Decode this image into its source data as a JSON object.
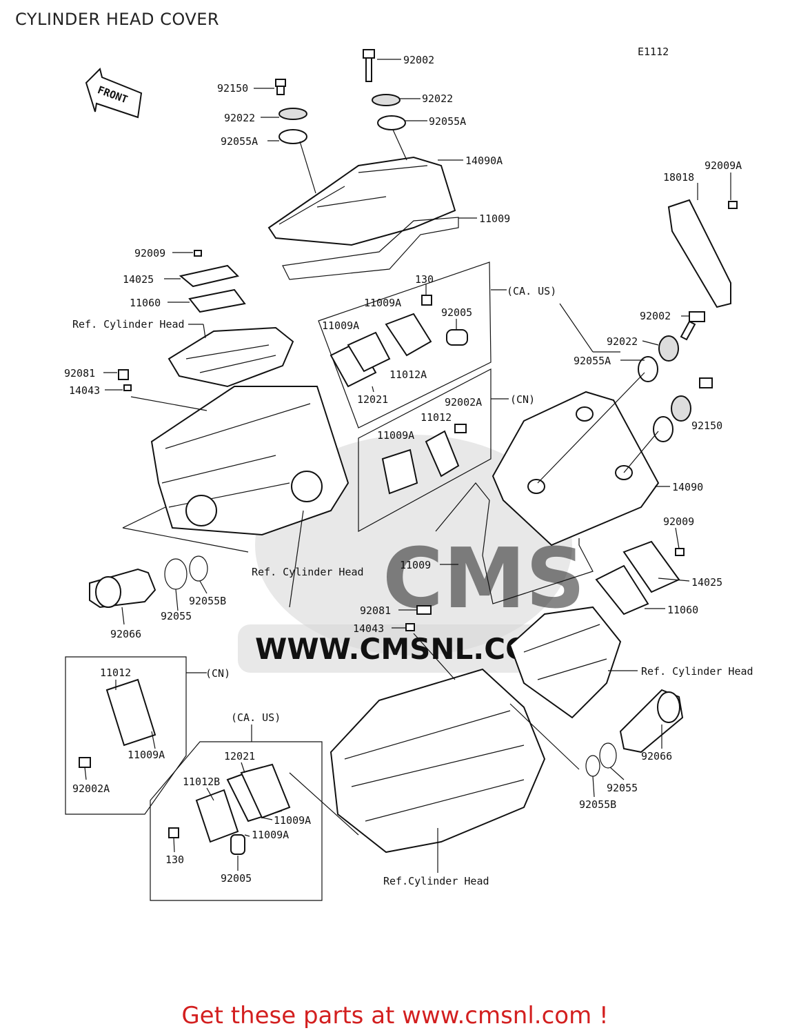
{
  "page_title": "CYLINDER HEAD COVER",
  "diagram_code": "E1112",
  "front_arrow_label": "FRONT",
  "watermark": {
    "brand": "CMS",
    "url": "WWW.CMSNL.CO..."
  },
  "footer_link": "Get these parts at www.cmsnl.com !",
  "groups": {
    "ca_us": "(CA. US)",
    "cn": "(CN)"
  },
  "labels": {
    "p92002_top": "92002",
    "p92150_top": "92150",
    "p92022_l": "92022",
    "p92022_r": "92022",
    "p92055A_l": "92055A",
    "p92055A_r": "92055A",
    "p14090A": "14090A",
    "p11009_top": "11009",
    "p18018": "18018",
    "p92009A": "92009A",
    "p92009_l": "92009",
    "p14025_l": "14025",
    "p11060_l": "11060",
    "refhead_1": "Ref. Cylinder Head",
    "p130_top": "130",
    "p11009A_1": "11009A",
    "p11009A_2": "11009A",
    "p92005_top": "92005",
    "p11012A": "11012A",
    "p12021_top": "12021",
    "p92081_l": "92081",
    "p14043_l": "14043",
    "p92002_r": "92002",
    "p92022_r2": "92022",
    "p92055A_r2": "92055A",
    "p92002A_cn": "92002A",
    "p11012_cn": "11012",
    "p11009A_cn": "11009A",
    "p92150_r": "92150",
    "p14090": "14090",
    "refhead_2": "Ref. Cylinder Head",
    "p11009_mid": "11009",
    "p92009_r": "92009",
    "p14025_r": "14025",
    "p11060_r": "11060",
    "p92081_r": "92081",
    "p14043_r": "14043",
    "refhead_3": "Ref. Cylinder Head",
    "p92055_l": "92055",
    "p92055B_l": "92055B",
    "p92066_l": "92066",
    "p11012_cn2": "11012",
    "p11009A_cn2": "11009A",
    "p92002A_cn2": "92002A",
    "p12021_b": "12021",
    "p11012B": "11012B",
    "p11009A_b1": "11009A",
    "p11009A_b2": "11009A",
    "p130_b": "130",
    "p92005_b": "92005",
    "refhead_4": "Ref.Cylinder Head",
    "p92066_r": "92066",
    "p92055_r": "92055",
    "p92055B_r": "92055B"
  }
}
